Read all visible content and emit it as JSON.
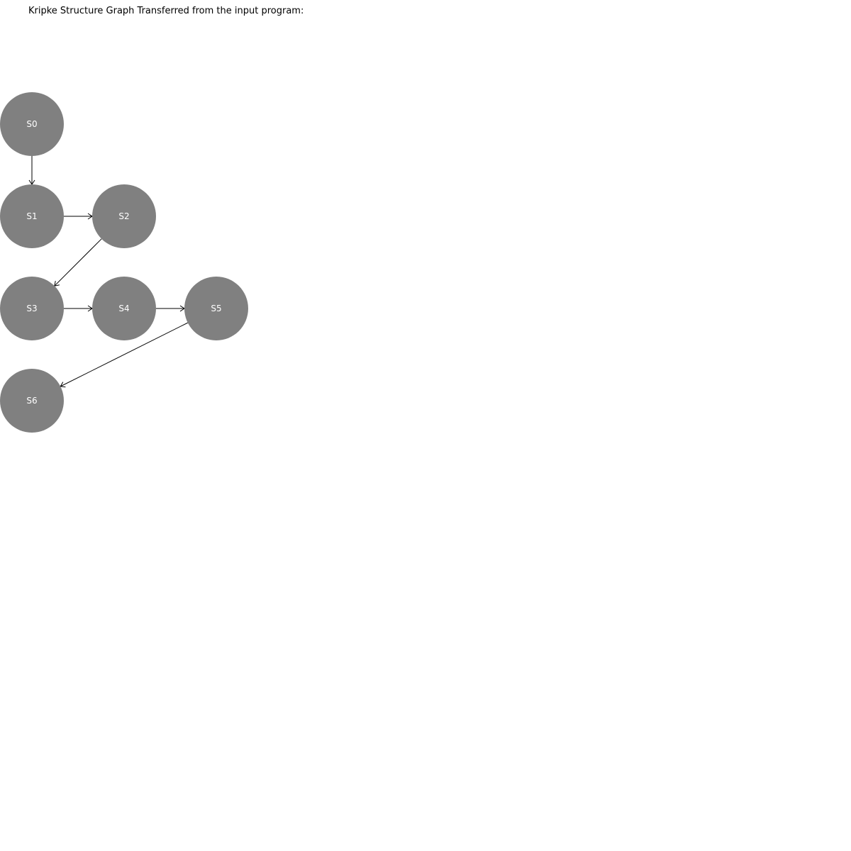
{
  "title": "Kripke Structure Graph Transferred from the input program:",
  "colors": {
    "node_fill": "#808080",
    "node_text": "#ffffff",
    "edge": "#000000"
  },
  "nodes": [
    {
      "id": "S0",
      "label": "S0"
    },
    {
      "id": "S1",
      "label": "S1"
    },
    {
      "id": "S2",
      "label": "S2"
    },
    {
      "id": "S3",
      "label": "S3"
    },
    {
      "id": "S4",
      "label": "S4"
    },
    {
      "id": "S5",
      "label": "S5"
    },
    {
      "id": "S6",
      "label": "S6"
    }
  ],
  "edges": [
    {
      "from": "S0",
      "to": "S1"
    },
    {
      "from": "S1",
      "to": "S2"
    },
    {
      "from": "S2",
      "to": "S3"
    },
    {
      "from": "S3",
      "to": "S4"
    },
    {
      "from": "S4",
      "to": "S5"
    },
    {
      "from": "S5",
      "to": "S6"
    }
  ]
}
